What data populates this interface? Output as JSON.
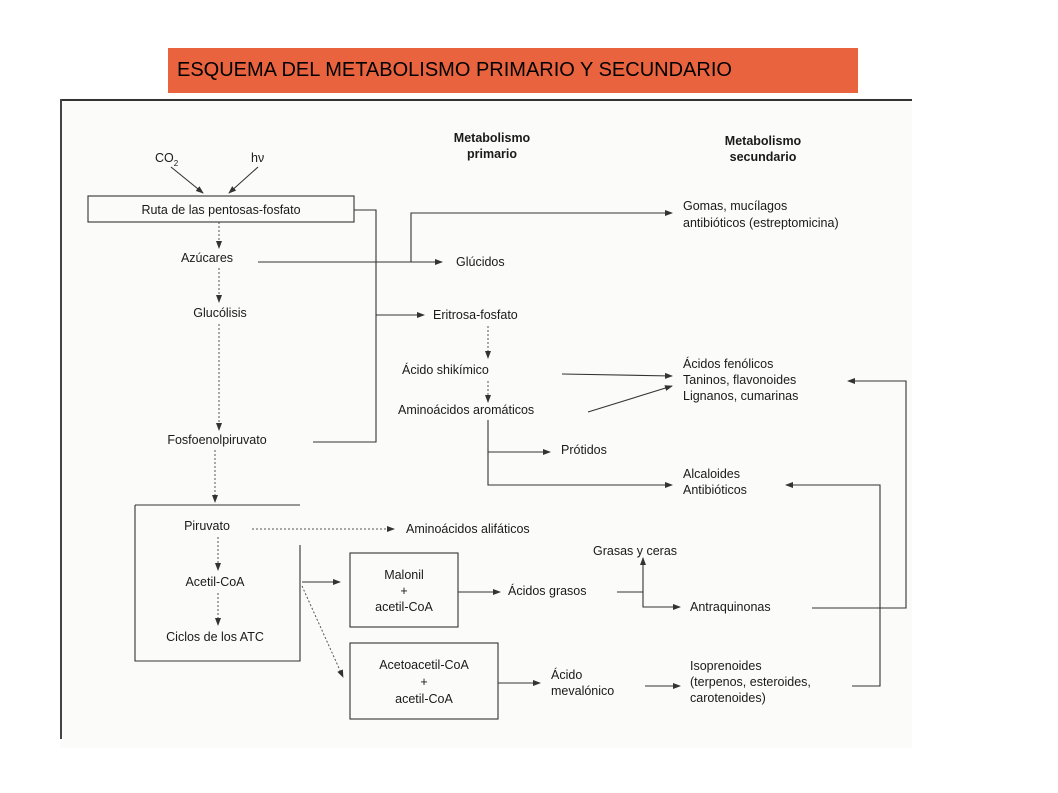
{
  "title": "ESQUEMA DEL METABOLISMO PRIMARIO Y SECUNDARIO",
  "headers": {
    "primary": [
      "Metabolismo",
      "primario"
    ],
    "secondary": [
      "Metabolismo",
      "secundario"
    ]
  },
  "inputs": {
    "co2_main": "CO",
    "co2_sub": "2",
    "light": "hν"
  },
  "primary_path": {
    "pentose": "Ruta de las pentosas-fosfato",
    "sugars": "Azúcares",
    "glycolysis": "Glucólisis",
    "pep": "Fosfoenolpiruvato",
    "pyruvate": "Piruvato",
    "acetyl_coa": "Acetil-CoA",
    "atc": "Ciclos de los ATC"
  },
  "middle": {
    "glucids": "Glúcidos",
    "erythrose": "Eritrosa-fosfato",
    "shikimic": "Ácido shikímico",
    "aromatic_aa": "Aminoácidos aromáticos",
    "protids": "Prótidos",
    "aliphatic_aa": "Aminoácidos alifáticos",
    "malonyl": [
      "Malonil",
      "+",
      "acetil-CoA"
    ],
    "fatty_acids": "Ácidos grasos",
    "acetoacetyl": [
      "Acetoacetil-CoA",
      "+",
      "acetil-CoA"
    ],
    "mevalonic": [
      "Ácido",
      "mevalónico"
    ]
  },
  "secondary": {
    "gums": [
      "Gomas, mucílagos",
      "antibióticos (estreptomicina)"
    ],
    "phenolics": [
      "Ácidos fenólicos",
      "Taninos, flavonoides",
      "Lignanos, cumarinas"
    ],
    "alkaloids": [
      "Alcaloides",
      "Antibióticos"
    ],
    "fats_waxes": "Grasas y ceras",
    "anthraquinones": "Antraquinonas",
    "isoprenoids": [
      "Isoprenoides",
      "(terpenos, esteroides,",
      "carotenoides)"
    ]
  }
}
